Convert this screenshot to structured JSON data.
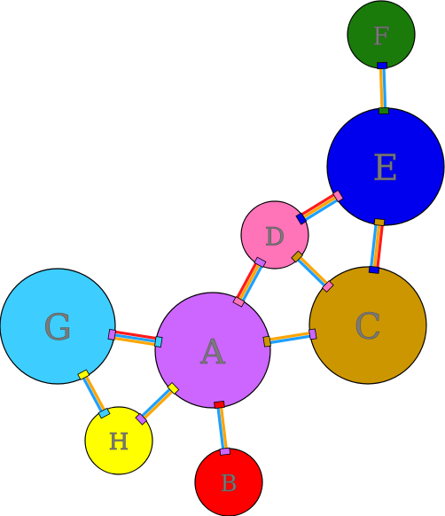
{
  "colors": {
    "edge_a": "#ffa500",
    "edge_b": "#1ea0ff",
    "edge_c": "#ff1a1a",
    "label_fill": "#7a7a7a"
  },
  "nodes": [
    {
      "id": "A",
      "label": "A",
      "color": "#cc66ff"
    },
    {
      "id": "B",
      "label": "B",
      "color": "#ff0000"
    },
    {
      "id": "C",
      "label": "C",
      "color": "#cc9600"
    },
    {
      "id": "D",
      "label": "D",
      "color": "#ff73b9"
    },
    {
      "id": "E",
      "label": "E",
      "color": "#0000ee"
    },
    {
      "id": "F",
      "label": "F",
      "color": "#1a7a0a"
    },
    {
      "id": "G",
      "label": "G",
      "color": "#3dcdff"
    },
    {
      "id": "H",
      "label": "H",
      "color": "#ffff00"
    }
  ],
  "edges": [
    {
      "from": "A",
      "to": "B",
      "stripes": [
        "edge_a",
        "edge_b"
      ]
    },
    {
      "from": "A",
      "to": "C",
      "stripes": [
        "edge_a",
        "edge_b"
      ]
    },
    {
      "from": "A",
      "to": "D",
      "stripes": [
        "edge_c",
        "edge_a",
        "edge_b"
      ]
    },
    {
      "from": "A",
      "to": "G",
      "stripes": [
        "edge_a",
        "edge_b",
        "edge_c"
      ]
    },
    {
      "from": "A",
      "to": "H",
      "stripes": [
        "edge_a",
        "edge_b"
      ]
    },
    {
      "from": "G",
      "to": "H",
      "stripes": [
        "edge_a",
        "edge_b"
      ]
    },
    {
      "from": "D",
      "to": "C",
      "stripes": [
        "edge_a",
        "edge_b"
      ]
    },
    {
      "from": "D",
      "to": "E",
      "stripes": [
        "edge_c",
        "edge_a",
        "edge_b"
      ]
    },
    {
      "from": "E",
      "to": "C",
      "stripes": [
        "edge_c",
        "edge_a",
        "edge_b"
      ]
    },
    {
      "from": "E",
      "to": "F",
      "stripes": [
        "edge_a",
        "edge_b"
      ]
    }
  ]
}
